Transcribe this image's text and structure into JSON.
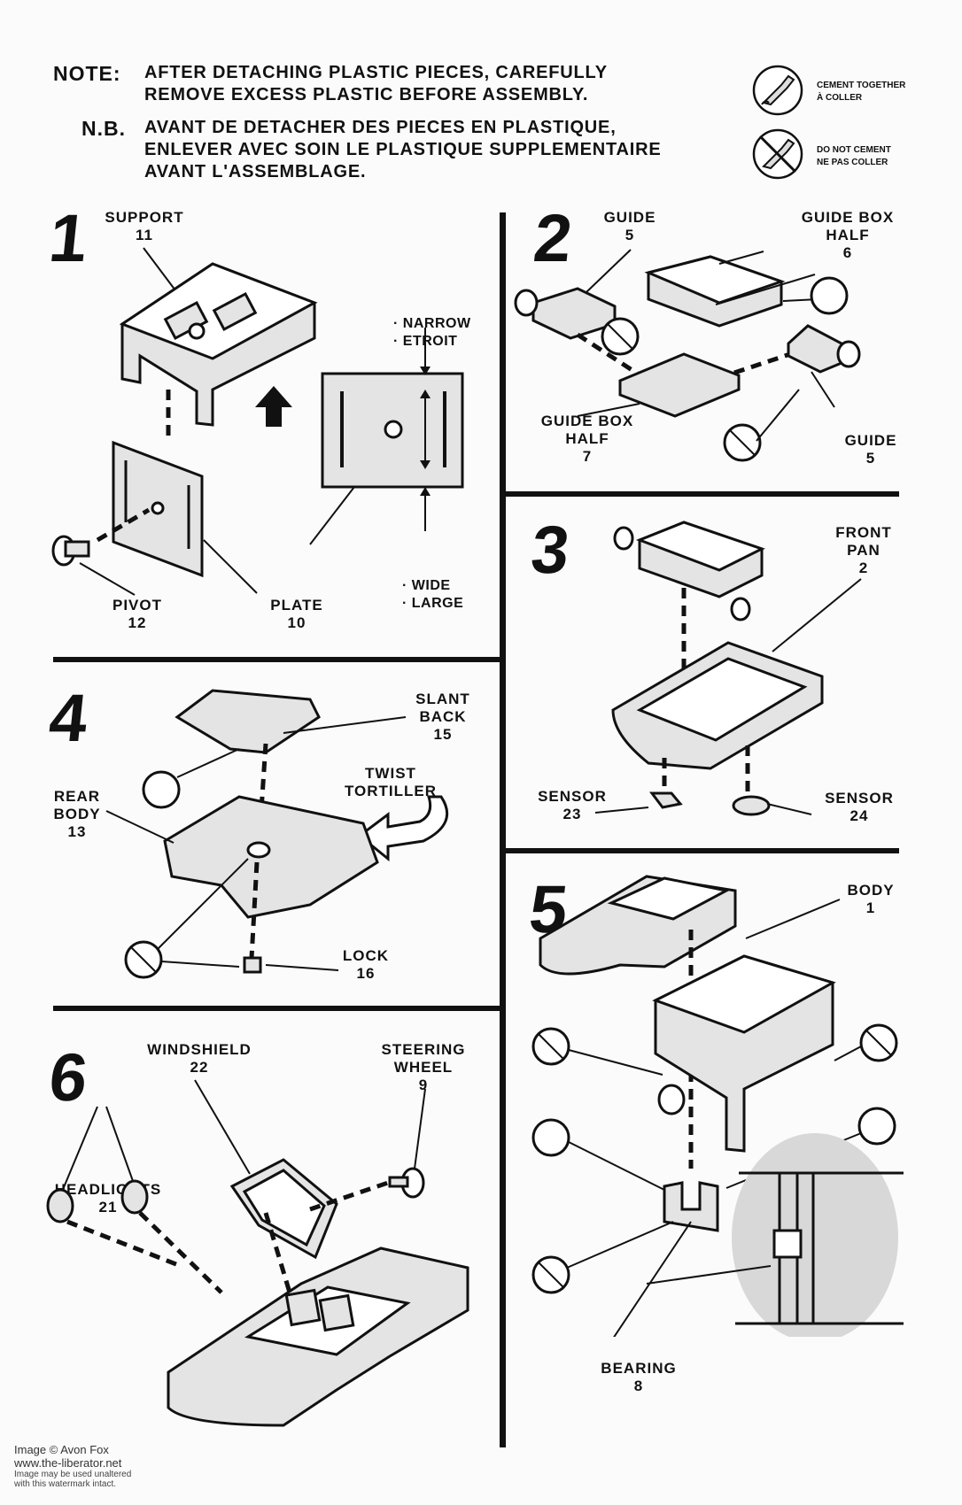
{
  "header": {
    "note_label": "NOTE:",
    "note_text_1": "AFTER DETACHING PLASTIC PIECES, CAREFULLY",
    "note_text_2": "REMOVE EXCESS PLASTIC BEFORE ASSEMBLY.",
    "nb_label": "N.B.",
    "nb_text_1": "AVANT DE DETACHER DES PIECES EN PLASTIQUE,",
    "nb_text_2": "ENLEVER AVEC SOIN LE PLASTIQUE SUPPLEMENTAIRE",
    "nb_text_3": "AVANT L'ASSEMBLAGE."
  },
  "legend": {
    "cement_1": "CEMENT TOGETHER",
    "cement_2": "À COLLER",
    "nocement_1": "DO NOT CEMENT",
    "nocement_2": "NE PAS COLLER"
  },
  "steps": {
    "s1": {
      "number": "1",
      "support": "SUPPORT",
      "support_no": "11",
      "narrow": "· NARROW",
      "etroit": "· ETROIT",
      "wide": "· WIDE",
      "large": "· LARGE",
      "pivot": "PIVOT",
      "pivot_no": "12",
      "plate": "PLATE",
      "plate_no": "10"
    },
    "s2": {
      "number": "2",
      "guide_a": "GUIDE",
      "guide_a_no": "5",
      "gbh_a": "GUIDE BOX",
      "gbh_a2": "HALF",
      "gbh_a_no": "6",
      "gbh_b": "GUIDE BOX",
      "gbh_b2": "HALF",
      "gbh_b_no": "7",
      "guide_b": "GUIDE",
      "guide_b_no": "5"
    },
    "s3": {
      "number": "3",
      "front": "FRONT",
      "pan": "PAN",
      "pan_no": "2",
      "sensor_a": "SENSOR",
      "sensor_a_no": "23",
      "sensor_b": "SENSOR",
      "sensor_b_no": "24"
    },
    "s4": {
      "number": "4",
      "slant": "SLANT",
      "back": "BACK",
      "slant_no": "15",
      "twist": "TWIST",
      "tortiller": "TORTILLER",
      "rear": "REAR",
      "body": "BODY",
      "rear_no": "13",
      "lock": "LOCK",
      "lock_no": "16"
    },
    "s5": {
      "number": "5",
      "body": "BODY",
      "body_no": "1",
      "bearing": "BEARING",
      "bearing_no": "8"
    },
    "s6": {
      "number": "6",
      "windshield": "WINDSHIELD",
      "windshield_no": "22",
      "steering": "STEERING",
      "wheel": "WHEEL",
      "steering_no": "9",
      "headlights": "HEADLIGHTS",
      "headlights_no": "21"
    }
  },
  "watermark": {
    "line1": "Image © Avon Fox",
    "line2": "www.the-liberator.net",
    "line3": "Image may be used unaltered",
    "line4": "with this watermark intact."
  }
}
